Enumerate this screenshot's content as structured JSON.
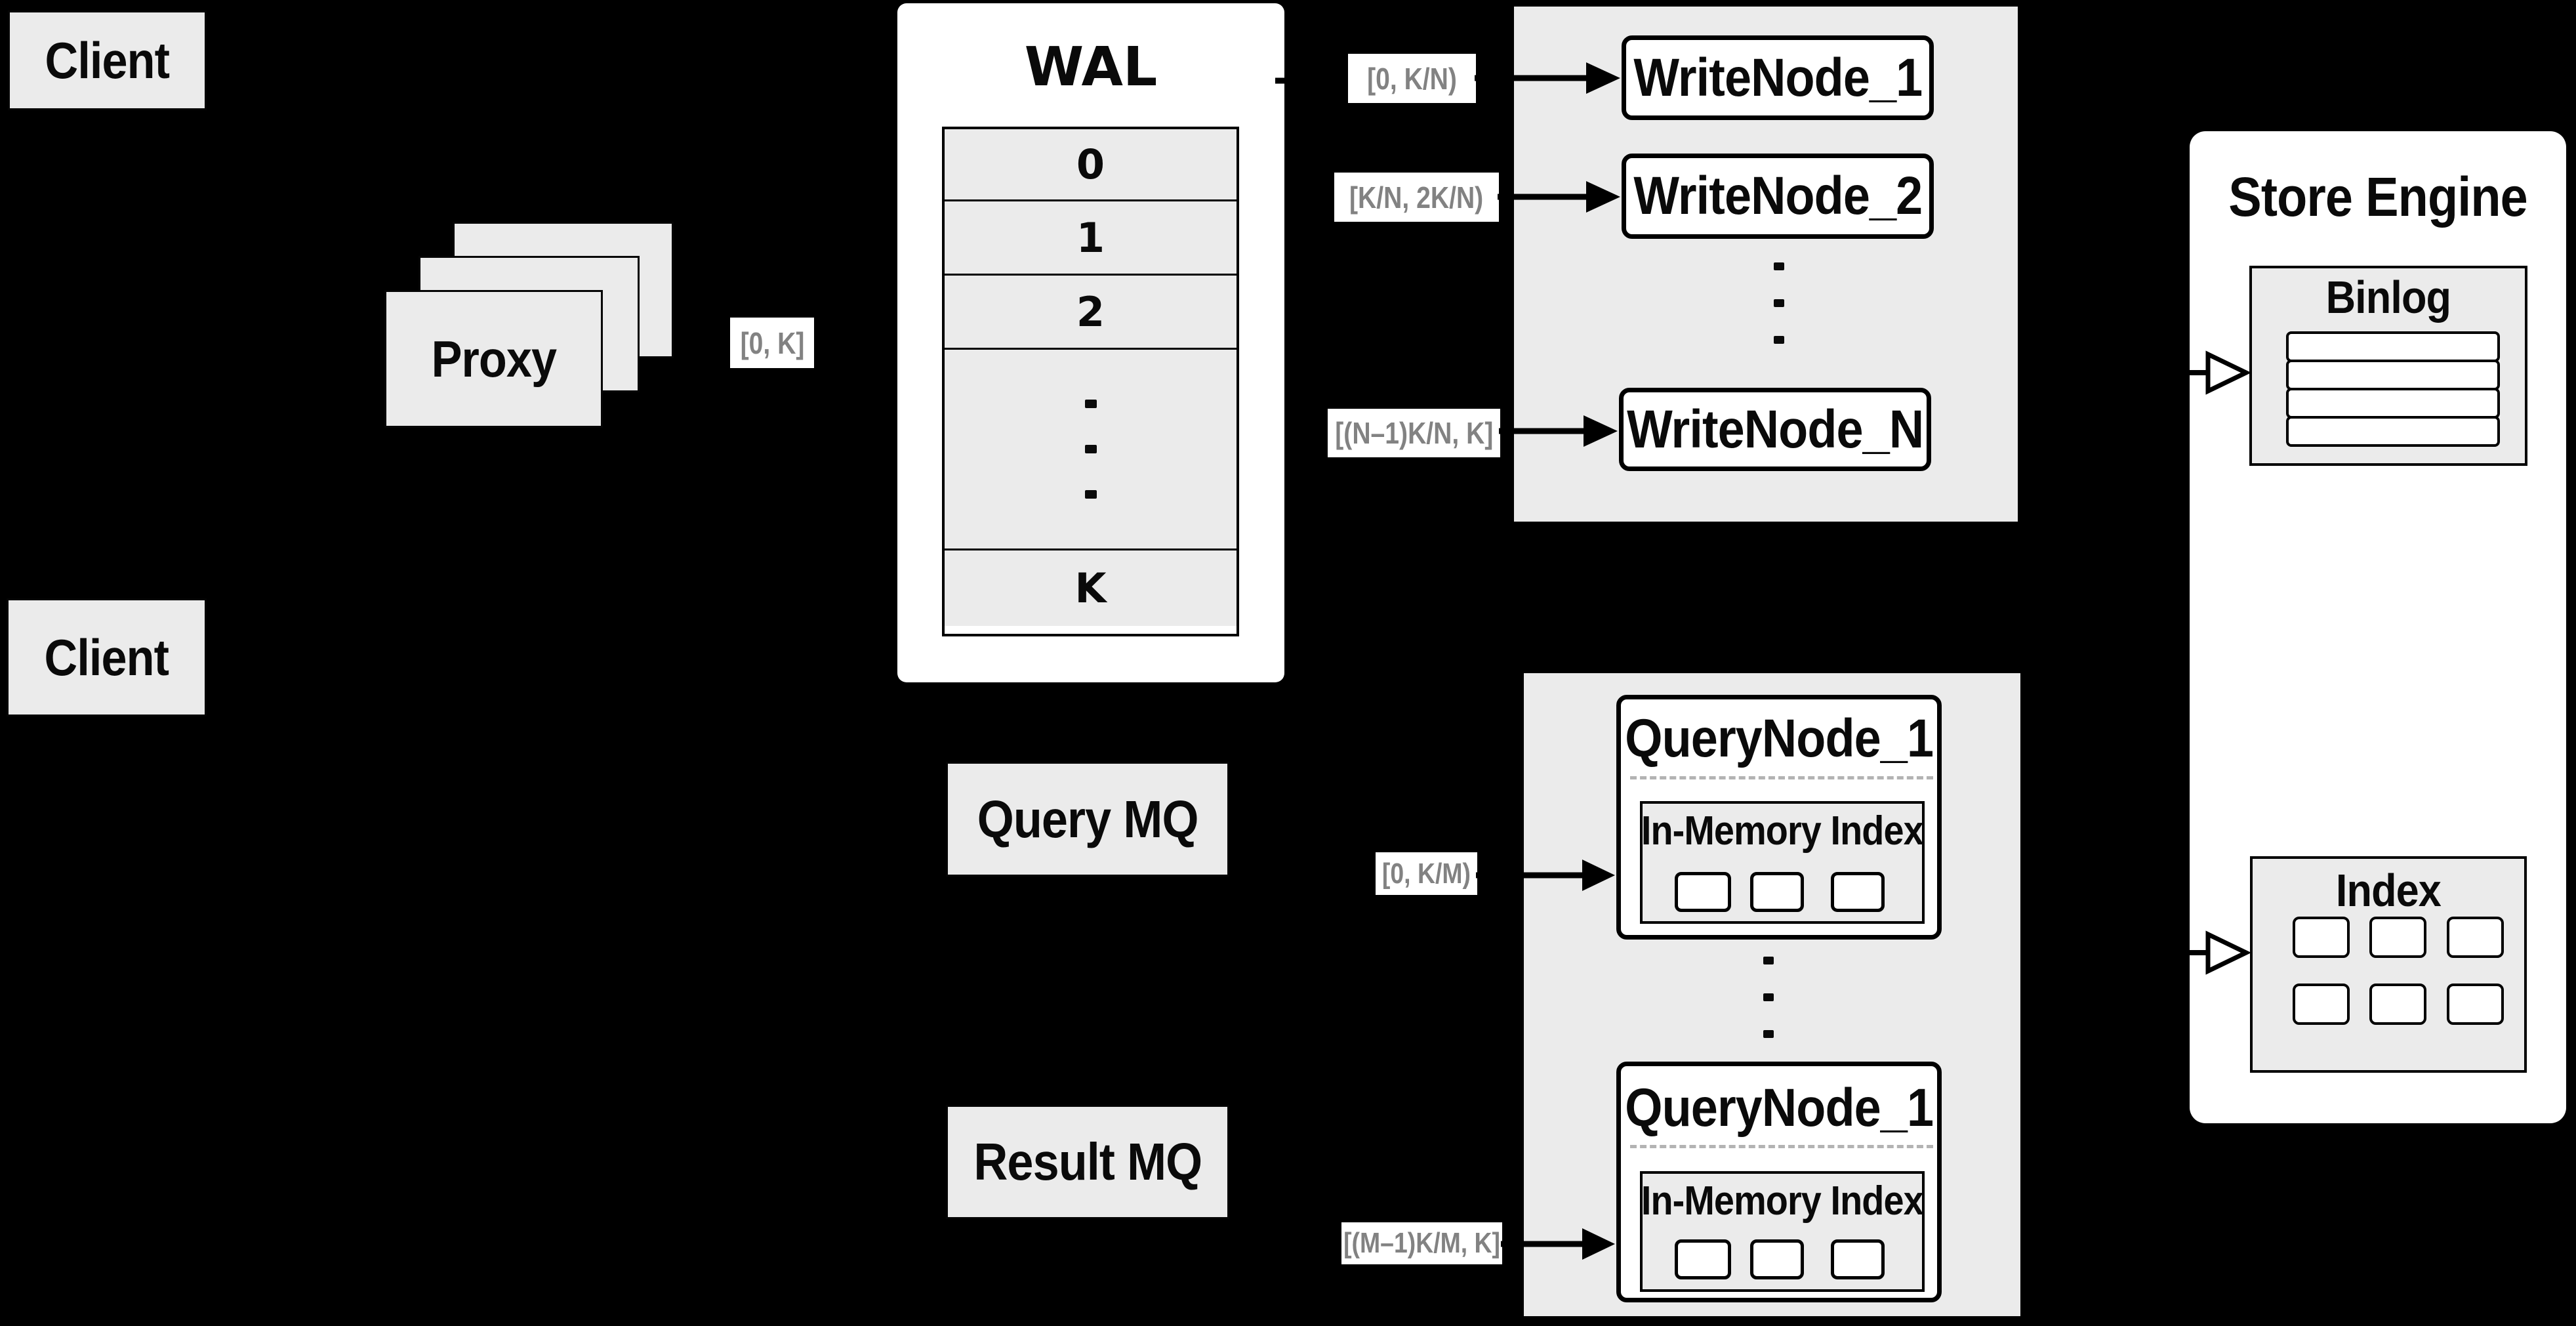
{
  "clients": {
    "top_label": "Client",
    "bottom_label": "Client"
  },
  "proxy": {
    "label": "Proxy"
  },
  "ranges": {
    "proxy_to_wal": "[0, K]",
    "wal_to_write_1": "[0, K/N)",
    "wal_to_write_2": "[K/N, 2K/N)",
    "wal_to_write_n": "[(N–1)K/N, K]",
    "query_1": "[0, K/M)",
    "query_m": "[(M–1)K/M, K]"
  },
  "wal": {
    "title": "WAL",
    "segments": [
      "0",
      "1",
      "2",
      "K"
    ]
  },
  "write_nodes": {
    "node_1": "WriteNode_1",
    "node_2": "WriteNode_2",
    "node_n": "WriteNode_N"
  },
  "mq": {
    "query_label": "Query MQ",
    "result_label": "Result MQ"
  },
  "query_nodes": {
    "top_title": "QueryNode_1",
    "bottom_title": "QueryNode_1",
    "inner_label": "In-Memory Index"
  },
  "store_engine": {
    "title": "Store Engine",
    "binlog_label": "Binlog",
    "index_label": "Index"
  },
  "colors": {
    "background": "#000000",
    "box_gray": "#ebebeb",
    "box_white": "#ffffff",
    "line_black": "#000000",
    "chip_text_gray": "#828282"
  }
}
